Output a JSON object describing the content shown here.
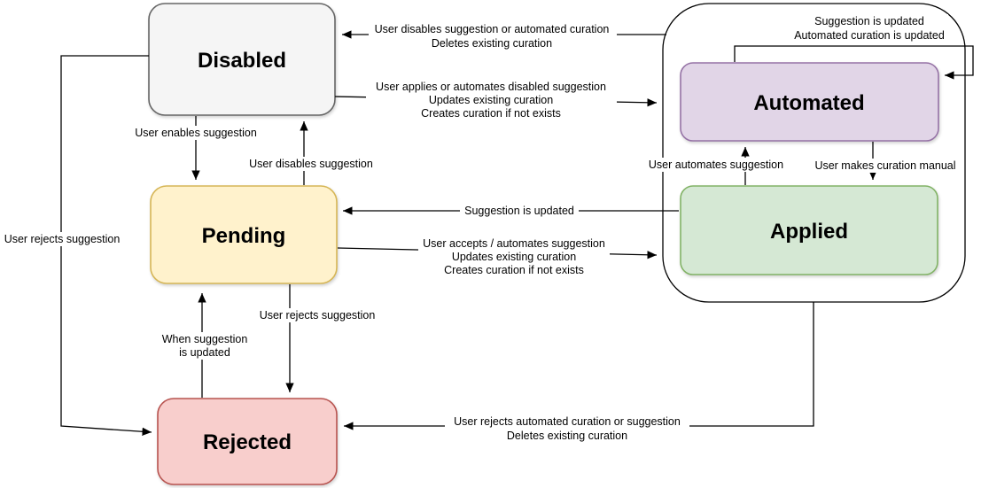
{
  "colors": {
    "edge": "#000000",
    "container_border": "#000000",
    "text": "#000000",
    "label_background": "#ffffff",
    "disabled_fill": "#f5f5f5",
    "disabled_border": "#666666",
    "pending_fill": "#fff2cc",
    "pending_border": "#d6b656",
    "rejected_fill": "#f8cecc",
    "rejected_border": "#b85450",
    "automated_fill": "#e1d5e7",
    "automated_border": "#9673a6",
    "applied_fill": "#d5e8d4",
    "applied_border": "#82b366"
  },
  "states": {
    "disabled": "Disabled",
    "pending": "Pending",
    "rejected": "Rejected",
    "automated": "Automated",
    "applied": "Applied"
  },
  "edges": {
    "container_to_disabled": {
      "lines": [
        "User disables suggestion or automated curation",
        "Deletes existing curation"
      ]
    },
    "disabled_to_container": {
      "lines": [
        "User applies or automates disabled suggestion",
        "Updates existing curation",
        "Creates curation if not exists"
      ]
    },
    "disabled_to_pending": {
      "lines": [
        "User enables suggestion"
      ]
    },
    "pending_to_disabled": {
      "lines": [
        "User disables suggestion"
      ]
    },
    "automated_self_loop": {
      "lines": [
        "Suggestion is updated",
        "Automated curation is updated"
      ]
    },
    "applied_to_automated": {
      "lines": [
        "User automates suggestion"
      ]
    },
    "automated_to_applied": {
      "lines": [
        "User makes curation manual"
      ]
    },
    "applied_to_pending": {
      "lines": [
        "Suggestion is updated"
      ]
    },
    "pending_to_container": {
      "lines": [
        "User accepts / automates suggestion",
        "Updates existing curation",
        "Creates curation if not exists"
      ]
    },
    "disabled_to_rejected": {
      "lines": [
        "User rejects suggestion"
      ]
    },
    "pending_to_rejected": {
      "lines": [
        "User rejects suggestion"
      ]
    },
    "rejected_to_pending": {
      "lines": [
        "When suggestion",
        "is updated"
      ]
    },
    "container_to_rejected": {
      "lines": [
        "User rejects automated curation or suggestion",
        "Deletes existing curation"
      ]
    }
  }
}
